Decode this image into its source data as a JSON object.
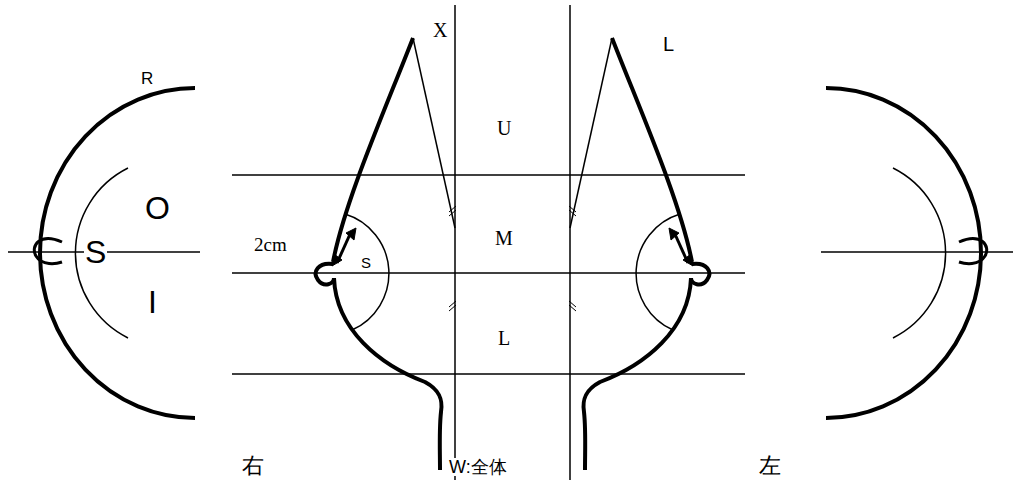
{
  "diagram": {
    "labels": [
      "X",
      "R",
      "L",
      "U",
      "O",
      "2cm",
      "S",
      "S",
      "M",
      "I",
      "L",
      "右",
      "W:全体",
      "左"
    ]
  }
}
